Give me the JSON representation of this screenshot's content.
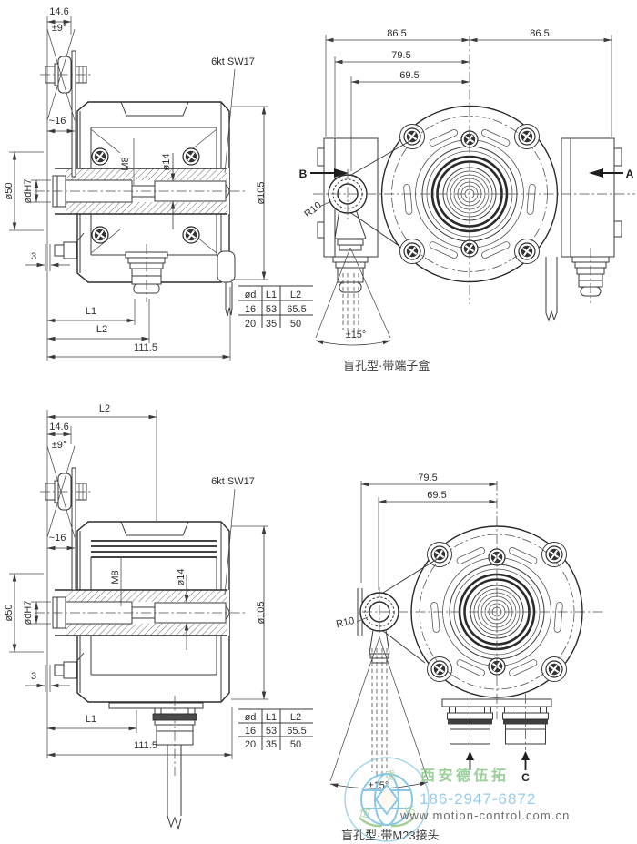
{
  "side_view": {
    "d146": "14.6",
    "ang9": "±9°",
    "d16": "~16",
    "d50": "ø50",
    "dH7": "ødH7",
    "m8": "M8",
    "d14": "ø14",
    "hex": "6kt SW17",
    "d105": "ø105",
    "d3": "3",
    "l1": "L1",
    "l2": "L2",
    "total": "111.5"
  },
  "front_top": {
    "s865l": "86.5",
    "s865r": "86.5",
    "s795": "79.5",
    "s695": "69.5",
    "r10": "R10",
    "a15": "±15°",
    "label_a": "A",
    "label_b": "B",
    "caption": "盲孔型·带端子盒"
  },
  "front_bottom": {
    "s795": "79.5",
    "s695": "69.5",
    "r10": "R10",
    "a15": "±15°",
    "label_c": "C",
    "caption": "盲孔型·带M23接头"
  },
  "table": {
    "headers": [
      "ød",
      "L1",
      "L2"
    ],
    "rows": [
      [
        "16",
        "53",
        "65.5"
      ],
      [
        "20",
        "35",
        "50"
      ]
    ]
  },
  "watermark": {
    "brand": "西安德伍拓",
    "phone": "186-2947-6872",
    "site": "www.motion-control.com.cn",
    "chars": [
      "德",
      "伍",
      "拓"
    ],
    "brand_color": "#8dc98d",
    "phone_color": "#8ec9e9",
    "site_color": "#5f5f5f"
  }
}
